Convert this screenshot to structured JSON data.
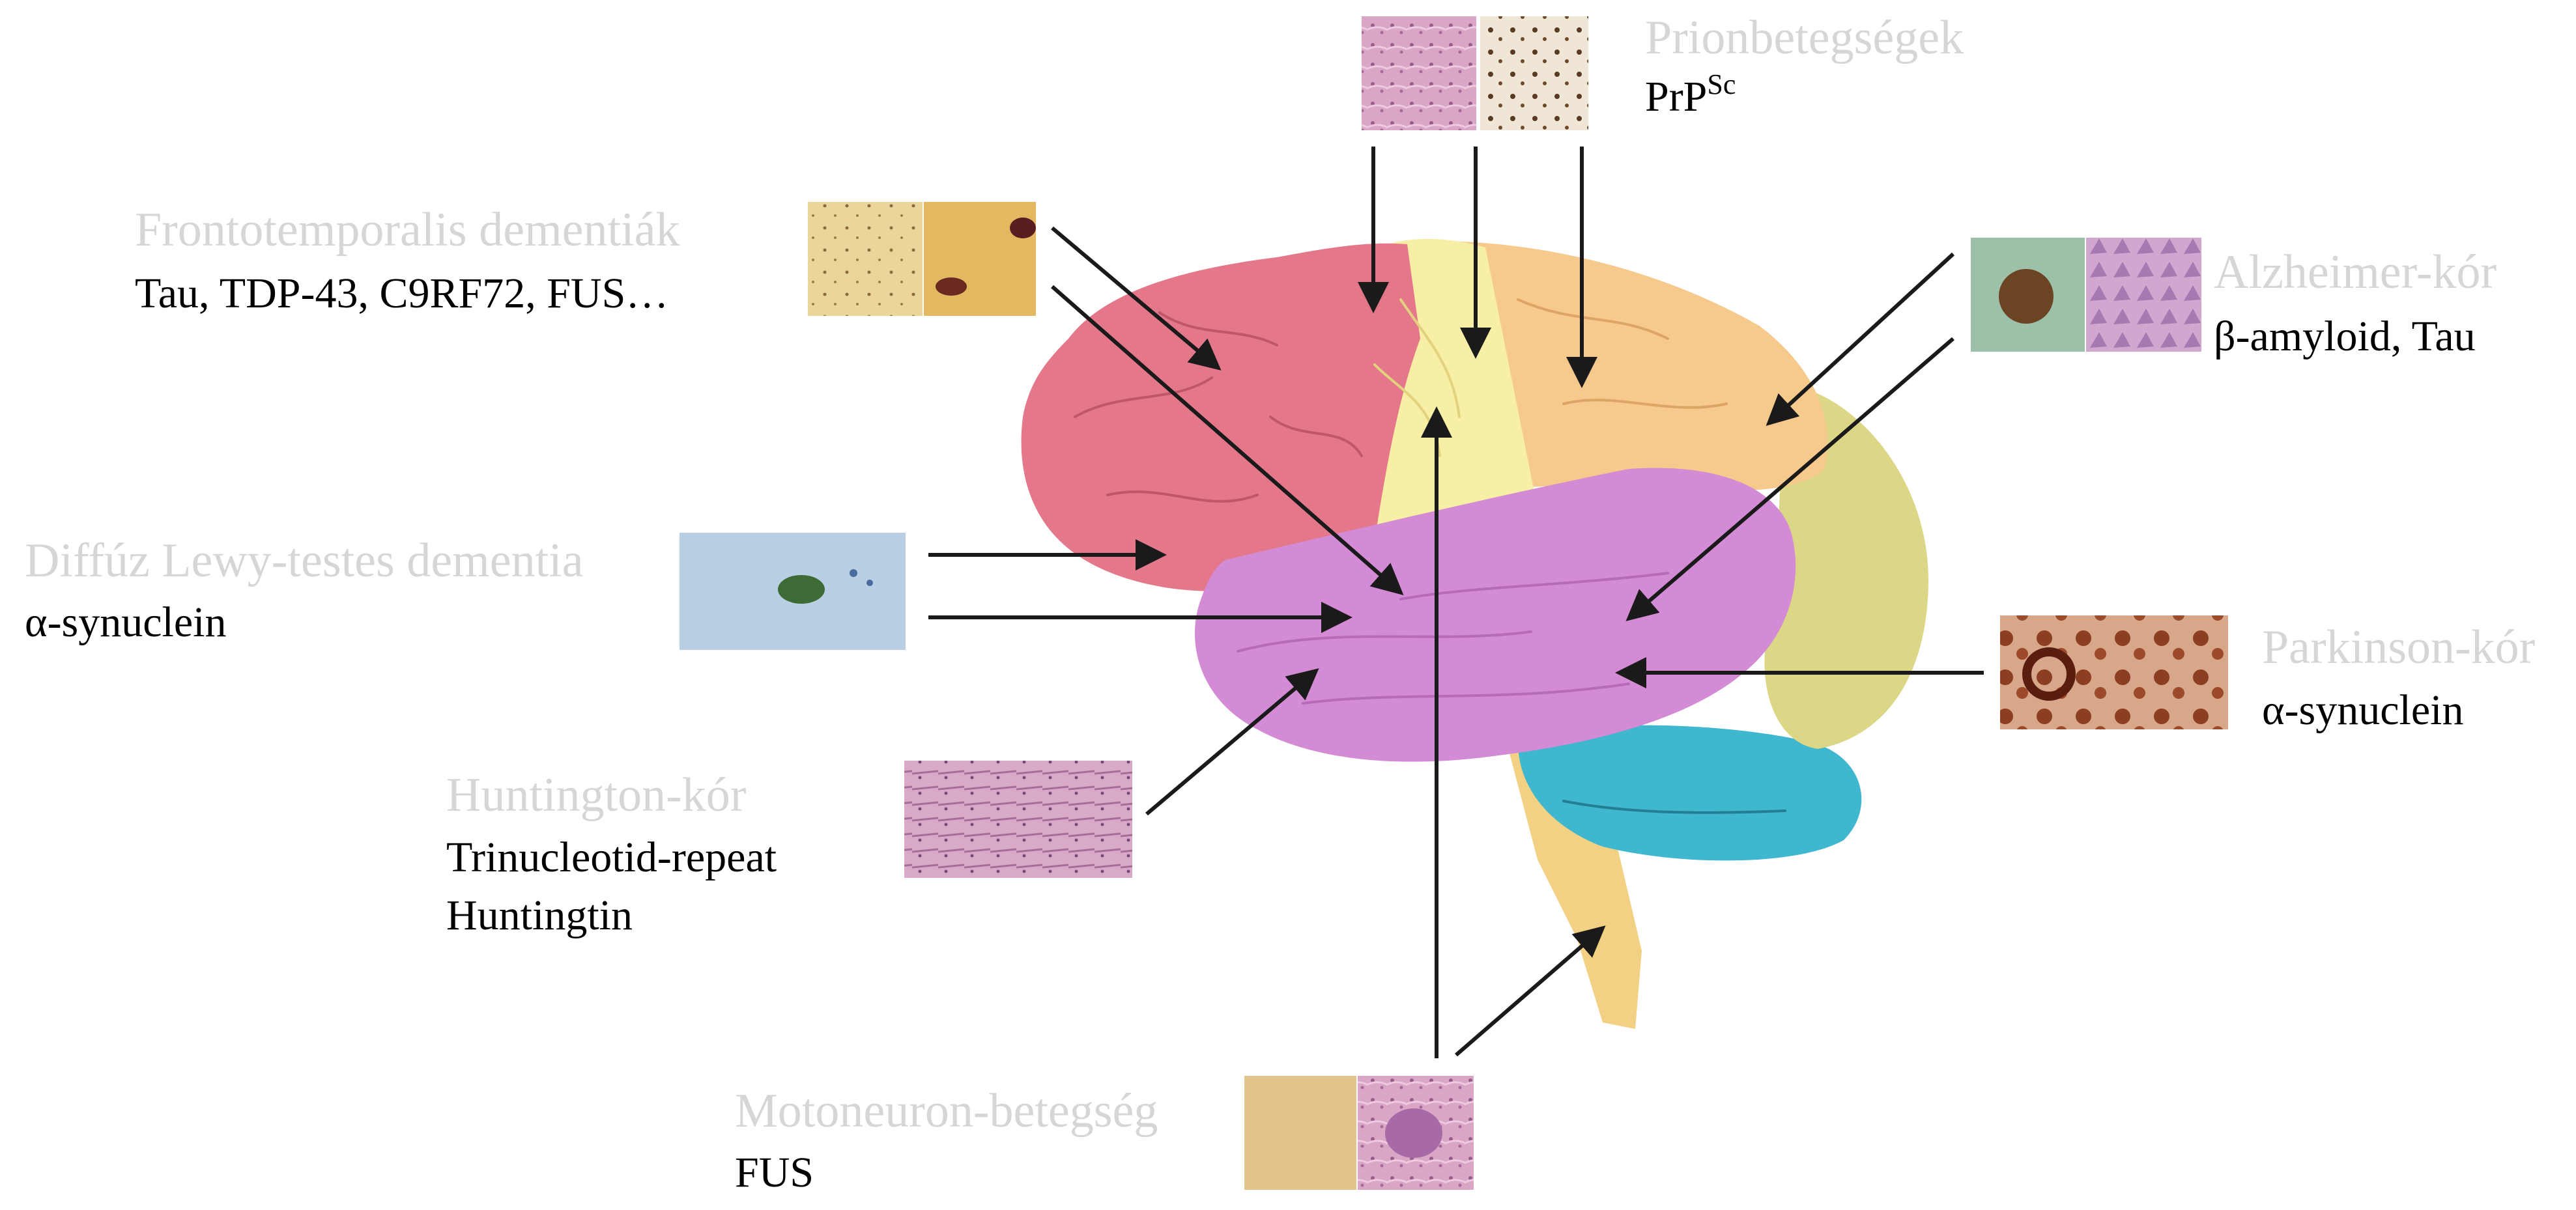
{
  "colors": {
    "frontal": "#e4788a",
    "parietal": "#f7efa6",
    "occipital_top": "#f6c98d",
    "occipital_back": "#dcd787",
    "temporal": "#d28bd4",
    "cerebellum": "#3fb7cf",
    "brainstem": "#f3d184",
    "title_text": "#d6d6d6",
    "arrow": "#1a1a1a"
  },
  "diseases": {
    "prion": {
      "title": "Prionbetegségek",
      "sub_base": "PrP",
      "sub_sup": "Sc",
      "icon": "histology-image-pair"
    },
    "ftd": {
      "title": "Frontotemporalis dementiák",
      "sub": "Tau, TDP-43, C9RF72, FUS…",
      "icon": "histology-image-pair"
    },
    "lewy": {
      "title": "Diffúz Lewy-testes dementia",
      "sub": "α-synuclein",
      "icon": "histology-image"
    },
    "huntington": {
      "title": "Huntington-kór",
      "sub1": "Trinucleotid-repeat",
      "sub2": "Huntingtin",
      "icon": "histology-image"
    },
    "motoneuron": {
      "title": "Motoneuron-betegség",
      "sub": "FUS",
      "icon": "histology-image-pair"
    },
    "alzheimer": {
      "title": "Alzheimer-kór",
      "sub": "β-amyloid, Tau",
      "icon": "histology-image-pair"
    },
    "parkinson": {
      "title": "Parkinson-kór",
      "sub": "α-synuclein",
      "icon": "histology-image"
    }
  }
}
